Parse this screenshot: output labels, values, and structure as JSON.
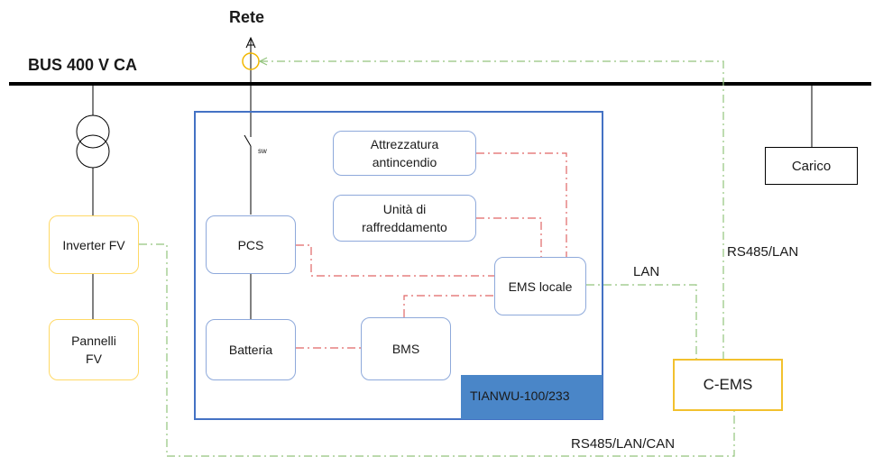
{
  "labels": {
    "grid": "Rete",
    "bus": "BUS 400 V CA",
    "switch": "sw",
    "lan": "LAN",
    "rs485_lan": "RS485/LAN",
    "rs485_lan_can": "RS485/LAN/CAN"
  },
  "boxes": {
    "fire_equipment": "Attrezzatura antincendio",
    "cooling_unit": "Unità di raffreddamento",
    "pcs": "PCS",
    "ems_local": "EMS locale",
    "battery": "Batteria",
    "bms": "BMS",
    "inverter_pv": "Inverter FV",
    "panels_pv": "Pannelli FV",
    "load": "Carico",
    "c_ems": "C-EMS",
    "model": "TIANWU-100/233"
  },
  "colors": {
    "power_line": "#000000",
    "container_border": "#4472c4",
    "component_border": "#8ea9db",
    "pv_border": "#ffd966",
    "cems_border": "#f2c12e",
    "internal_link": "#e06666",
    "comm_link": "#93c47d",
    "model_fill": "#4a86c8"
  }
}
